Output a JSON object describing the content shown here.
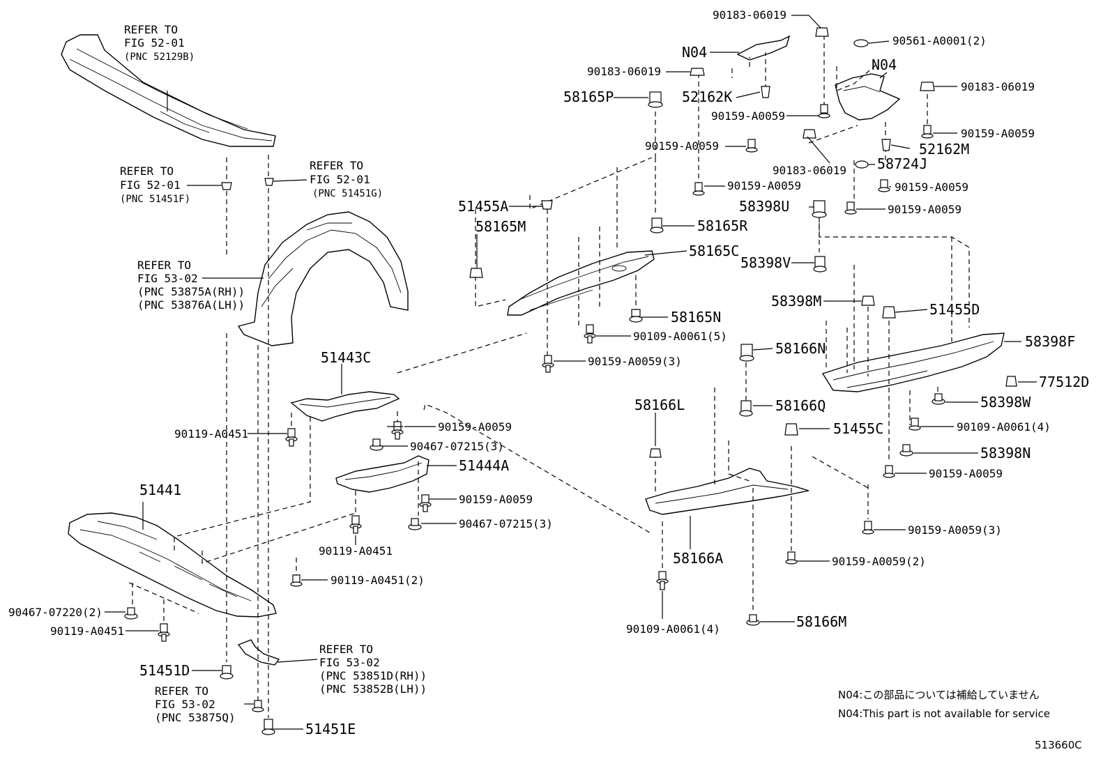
{
  "refs": {
    "r1": [
      "REFER TO",
      "FIG 52-01",
      "(PNC 52129B)"
    ],
    "r2": [
      "REFER TO",
      "FIG 52-01",
      "(PNC 51451F)"
    ],
    "r3": [
      "REFER TO",
      "FIG 52-01",
      "(PNC 51451G)"
    ],
    "r4": [
      "REFER TO",
      "FIG 53-02",
      "(PNC 53875A(RH))",
      "(PNC 53876A(LH))"
    ],
    "r5": [
      "REFER TO",
      "FIG 53-02",
      "(PNC 53851D(RH))",
      "(PNC 53852B(LH))"
    ],
    "r6": [
      "REFER TO",
      "FIG 53-02",
      "(PNC 53875Q)"
    ]
  },
  "labels": {
    "p90183a": "90183-06019",
    "n04a": "N04",
    "p90183b": "90183-06019",
    "p90561": "90561-A0001(2)",
    "n04b": "N04",
    "p58165p": "58165P",
    "p52162k": "52162K",
    "p90183c": "90183-06019",
    "p90159a": "90159-A0059",
    "p90159b": "90159-A0059",
    "p90159c": "90159-A0059",
    "p52162m": "52162M",
    "p90183d": "90183-06019",
    "p58724j": "58724J",
    "p90159d": "90159-A0059",
    "p90159e": "90159-A0059",
    "p90159f": "90159-A0059",
    "p51455a": "51455A",
    "p58165m": "58165M",
    "p58398u": "58398U",
    "p58165r": "58165R",
    "p58165c": "58165C",
    "p58398v": "58398V",
    "p58398m": "58398M",
    "p51455d": "51455D",
    "p58165n": "58165N",
    "p90109a": "90109-A0061(5)",
    "p58398f": "58398F",
    "p58166n": "58166N",
    "p90159g": "90159-A0059(3)",
    "p77512d": "77512D",
    "p51443c": "51443C",
    "p58166l": "58166L",
    "p58166q": "58166Q",
    "p58398w": "58398W",
    "p90159h": "90159-A0059",
    "p90119a": "90119-A0451",
    "p90467a": "90467-07215(3)",
    "p51455c": "51455C",
    "p90109b": "90109-A0061(4)",
    "p51444a": "51444A",
    "p58398n": "58398N",
    "p90159i": "90159-A0059",
    "p51441": "51441",
    "p90159j": "90159-A0059",
    "p90467b": "90467-07215(3)",
    "p90159k": "90159-A0059(3)",
    "p90119b": "90119-A0451",
    "p58166a": "58166A",
    "p90159l": "90159-A0059(2)",
    "p90119c": "90119-A0451(2)",
    "p90467c": "90467-07220(2)",
    "p90119d": "90119-A0451",
    "p58166m": "58166M",
    "p90109c": "90109-A0061(4)",
    "p51451d": "51451D",
    "p51451e": "51451E"
  },
  "notes": {
    "jp": "N04:この部品については補給していません",
    "en": "N04:This part is not available for service"
  },
  "figure_id": "513660C"
}
